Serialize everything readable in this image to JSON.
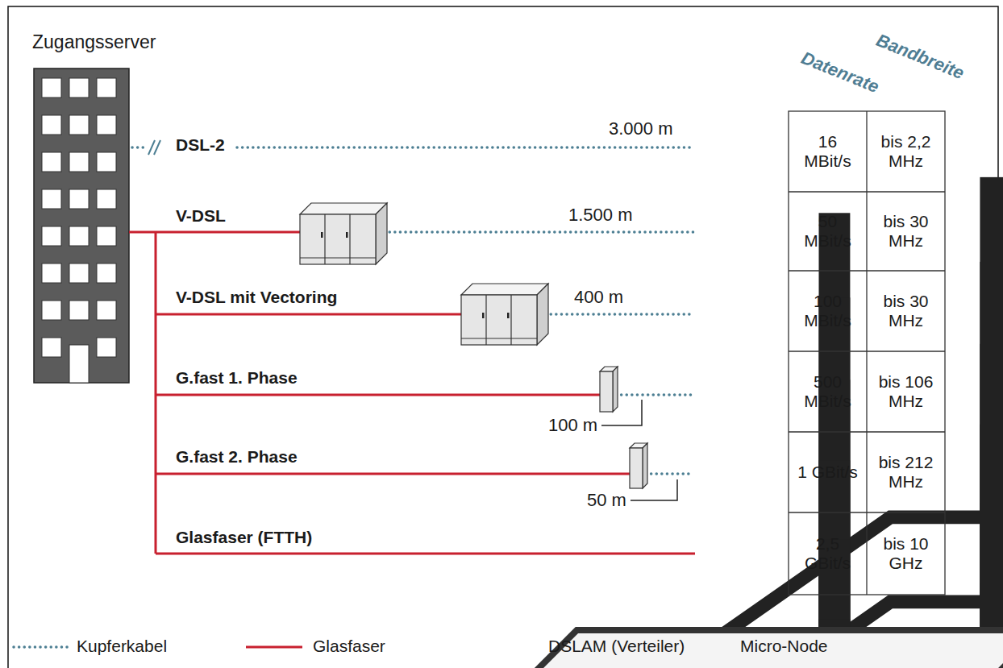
{
  "diagram": {
    "nodes": [
      {
        "text": [
          "Zugangsserver"
        ]
      }
    ],
    "labels": [
      "DSL-2",
      "3.000 m",
      "V-DSL",
      "1.500 m",
      "V-DSL mit Vectoring",
      "400 m",
      "G.fast 1. Phase",
      "100 m",
      "G.fast 2. Phase",
      "50 m",
      "Glasfaser (FTTH)",
      "Datenrate",
      "Bandbreite",
      "16 MBit/s",
      "bis 2,2 MHz",
      "50 MBit/s",
      "bis 30 MHz",
      "100 MBit/s",
      "bis 30 MHz",
      "500 MBit/s",
      "bis 106 MHz",
      "1 GBit/s",
      "bis 212 MHz",
      "2,5 GBit/s",
      "bis 10 GHz"
    ],
    "legend": [
      {
        "text": "Kupferkabel"
      },
      {
        "text": "Glasfaser"
      },
      {
        "text": "DSLAM (Verteiler)"
      },
      {
        "text": "Micro-Node"
      }
    ]
  }
}
